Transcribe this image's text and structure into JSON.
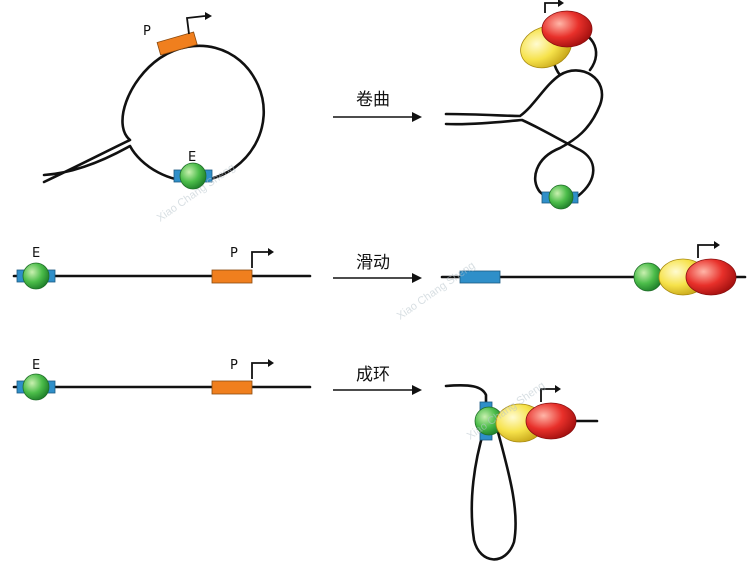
{
  "labels": {
    "promoter": "P",
    "enhancer": "E"
  },
  "mechanisms": {
    "curling": "卷曲",
    "sliding": "滑动",
    "looping": "成环"
  },
  "watermark": "Xiao Chang Sheng",
  "colors": {
    "promoter": "#f07f1e",
    "enhancer_site": "#2f8fc9",
    "enhancer_protein": "#3fb34a",
    "yellow_protein": "#f7e64a",
    "red_protein": "#e8282a",
    "dna": "#111111"
  }
}
